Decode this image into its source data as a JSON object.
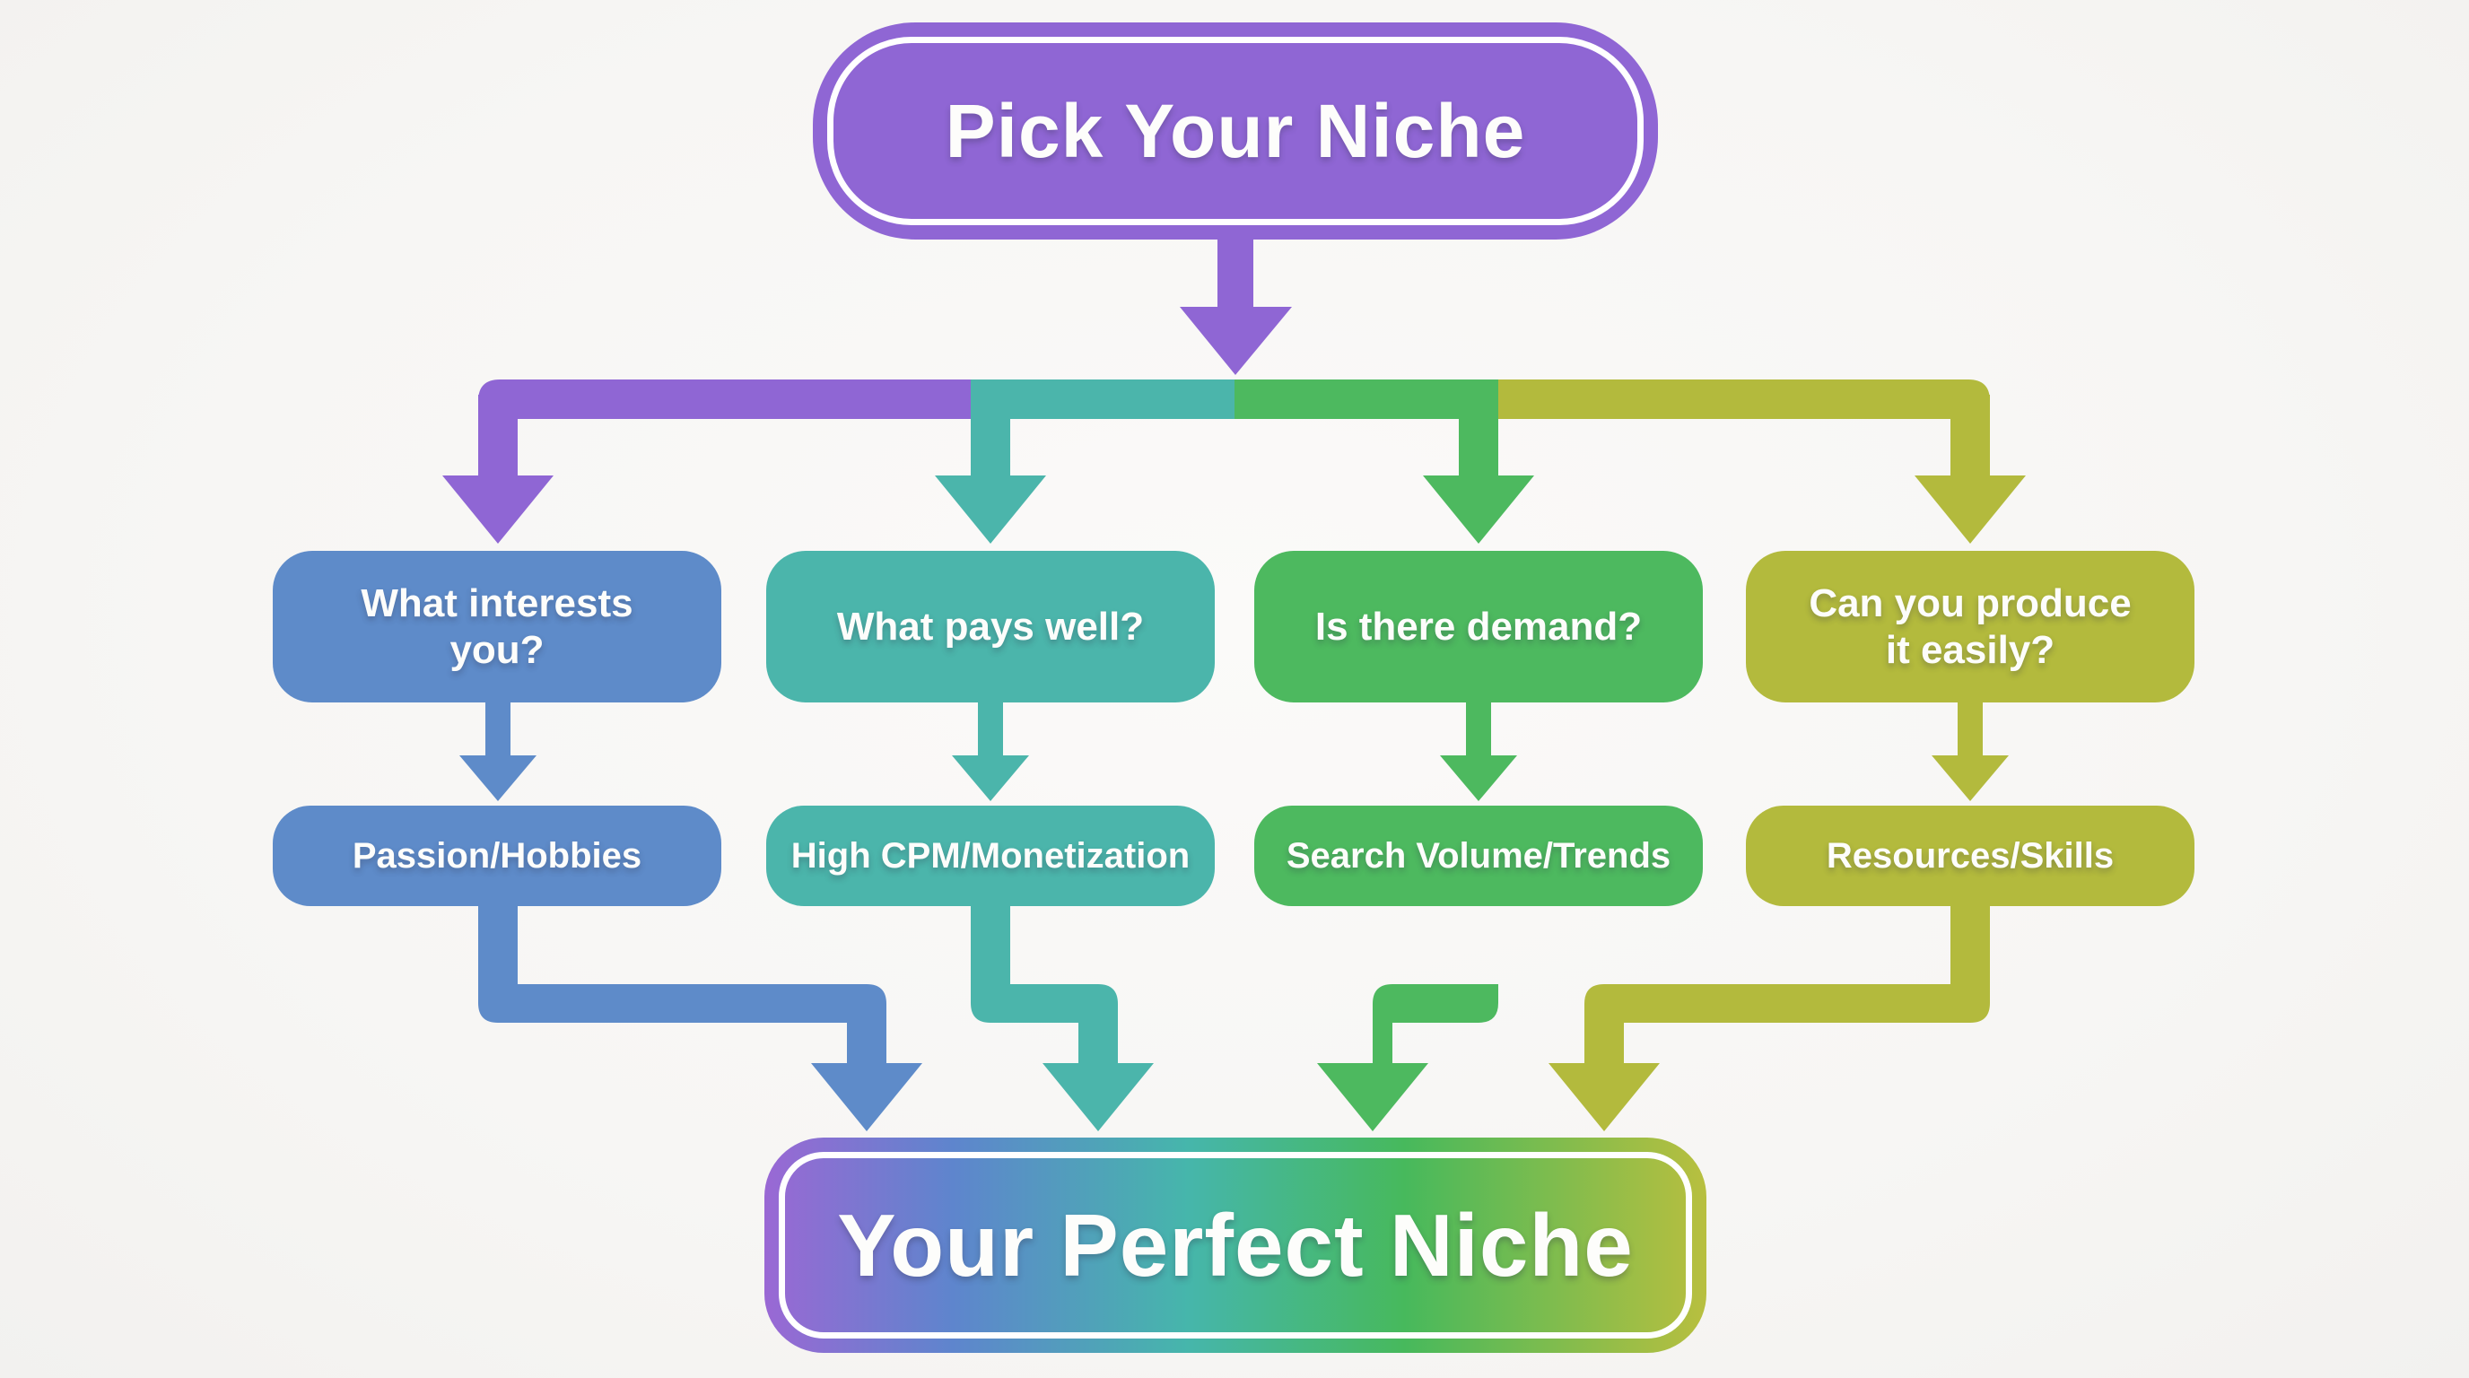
{
  "diagram": {
    "title": "Pick Your Niche",
    "result": "Your Perfect Niche",
    "columns": [
      {
        "question": "What interests you?",
        "answer": "Passion/Hobbies",
        "color": "#5e8bc9"
      },
      {
        "question": "What pays well?",
        "answer": "High CPM/Monetization",
        "color": "#4bb5ab"
      },
      {
        "question": "Is there demand?",
        "answer": "Search Volume/Trends",
        "color": "#4db95f"
      },
      {
        "question": "Can you produce it easily?",
        "answer": "Resources/Skills",
        "color": "#b3ba3d"
      }
    ],
    "colors": {
      "purple": "#8f66d4",
      "blue": "#5e8bc9",
      "teal": "#4bb5ab",
      "green": "#4db95f",
      "olive": "#b3ba3d",
      "background": "#f7f6f4",
      "text": "#ffffff",
      "gradient_left_purple": "#9a68d4",
      "gradient_blue": "#5e85cd",
      "gradient_teal": "#46b6ab",
      "gradient_green": "#47b95c",
      "gradient_right_olive": "#b8bf3f"
    }
  }
}
